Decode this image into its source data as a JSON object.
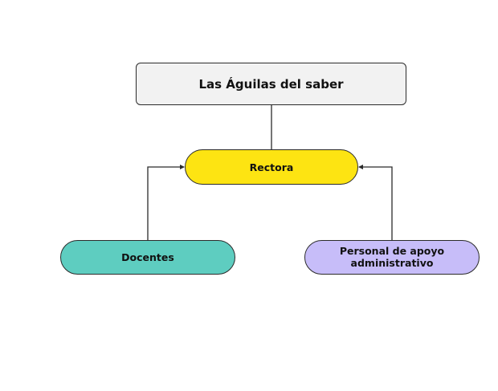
{
  "diagram": {
    "nodes": [
      {
        "id": "root",
        "label": "Las Águilas del saber",
        "color": "#f2f2f2"
      },
      {
        "id": "rectora",
        "label": "Rectora",
        "color": "#fde412"
      },
      {
        "id": "docentes",
        "label": "Docentes",
        "color": "#5ecdc0"
      },
      {
        "id": "personal",
        "label": "Personal de apoyo administrativo",
        "color": "#c7bdf9"
      }
    ],
    "edges": [
      {
        "from": "root",
        "to": "rectora"
      },
      {
        "from": "docentes",
        "to": "rectora"
      },
      {
        "from": "personal",
        "to": "rectora"
      }
    ]
  }
}
